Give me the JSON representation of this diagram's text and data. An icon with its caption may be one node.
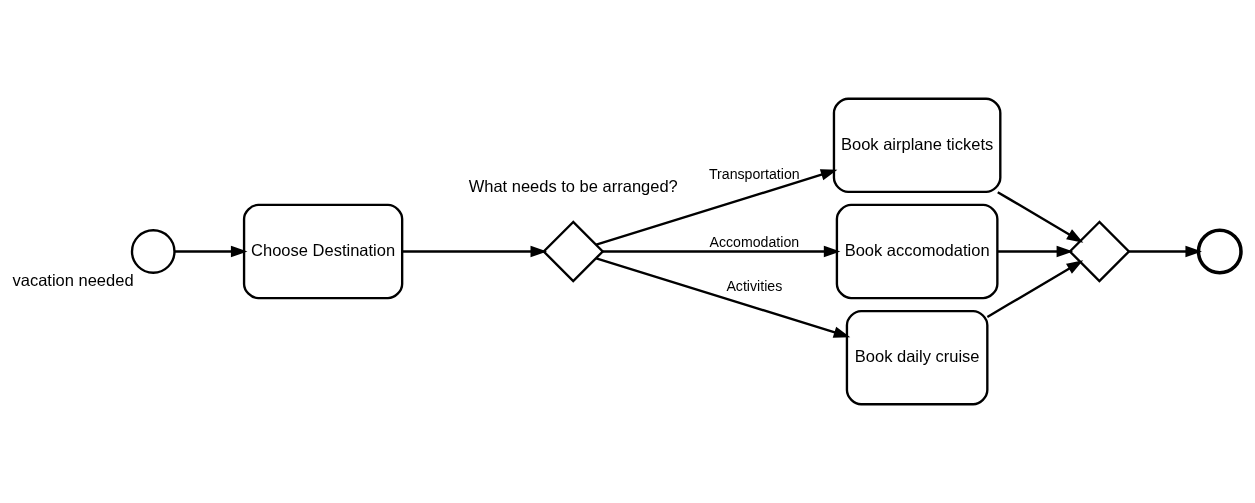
{
  "diagram": {
    "nodes": [
      {
        "text": [],
        "shape": "circle",
        "beside": [
          "vacation needed"
        ]
      },
      {
        "text": [
          "Choose Destination"
        ]
      },
      {
        "text": [],
        "shape": "diamond",
        "beside": [
          "What needs to be arranged?"
        ]
      },
      {
        "text": [
          "Book airplane tickets"
        ]
      },
      {
        "text": [
          "Book accomodation"
        ]
      },
      {
        "text": [
          "Book daily cruise"
        ]
      },
      {
        "text": [],
        "shape": "diamond"
      },
      {
        "text": [],
        "shape": "circle"
      }
    ],
    "edges": [
      {
        "from": 0,
        "to": 1,
        "arrow": "to"
      },
      {
        "from": 1,
        "to": 2,
        "arrow": "to"
      },
      {
        "from": 2,
        "to": 3,
        "arrow": "to",
        "label": "Transportation"
      },
      {
        "from": 2,
        "to": 4,
        "arrow": "to",
        "label": "Accomodation"
      },
      {
        "from": 2,
        "to": 5,
        "arrow": "to",
        "label": "Activities"
      },
      {
        "from": 3,
        "to": 6,
        "arrow": "to"
      },
      {
        "from": 4,
        "to": 6,
        "arrow": "to"
      },
      {
        "from": 5,
        "to": 6,
        "arrow": "to"
      },
      {
        "from": 6,
        "to": 7,
        "arrow": "to"
      }
    ]
  }
}
